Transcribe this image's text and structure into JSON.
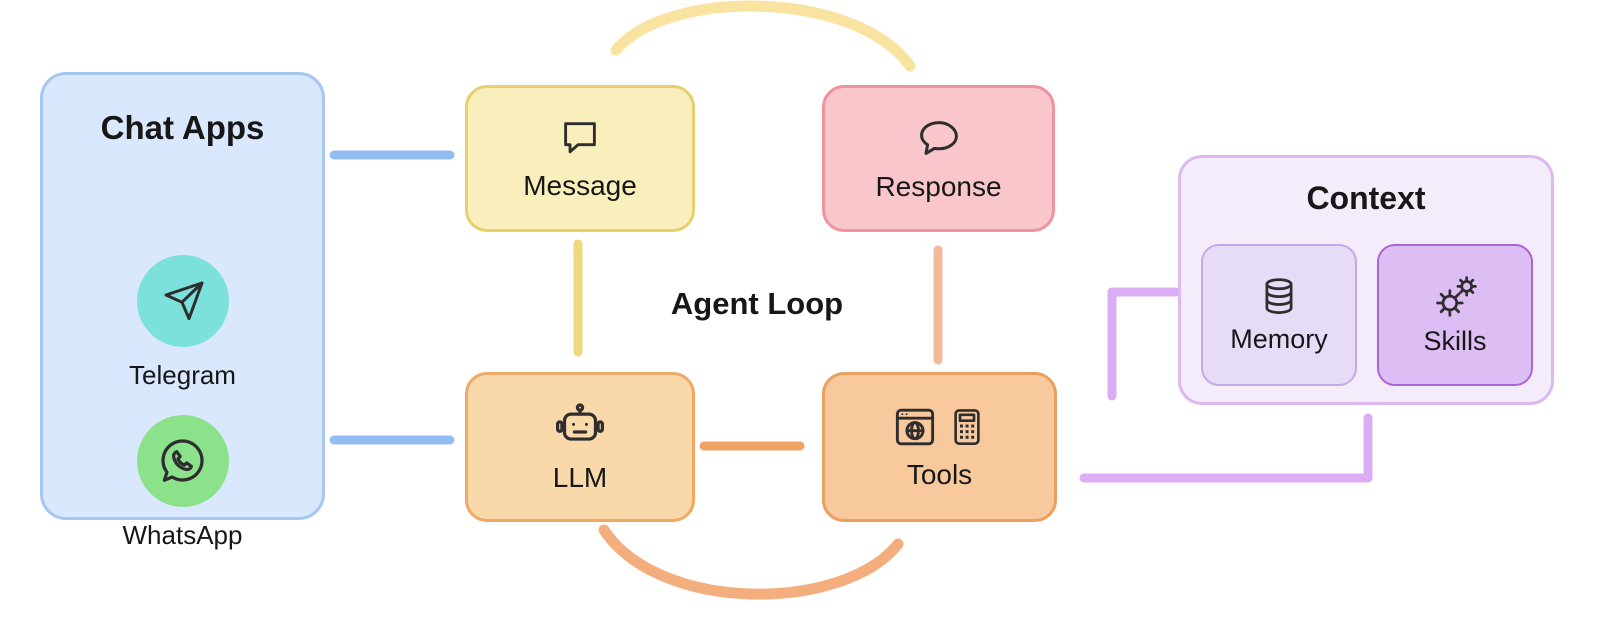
{
  "center_label": "Agent Loop",
  "chat_apps": {
    "title": "Chat Apps",
    "fill": "#d9e8fc",
    "border": "#a6c7f2",
    "items": [
      {
        "label": "Telegram",
        "icon": "telegram-icon",
        "circle_color": "#7ce1da"
      },
      {
        "label": "WhatsApp",
        "icon": "whatsapp-icon",
        "circle_color": "#8ce18b"
      }
    ]
  },
  "nodes": {
    "message": {
      "label": "Message",
      "icon": "message-bubble-icon",
      "fill": "#f9efbc",
      "border": "#e7cf6d"
    },
    "response": {
      "label": "Response",
      "icon": "response-bubble-icon",
      "fill": "#f9c6cc",
      "border": "#ef939f"
    },
    "llm": {
      "label": "LLM",
      "icon": "robot-icon",
      "fill": "#f9d9aa",
      "border": "#f0a965"
    },
    "tools": {
      "label": "Tools",
      "icons": [
        "browser-icon",
        "calculator-icon"
      ],
      "fill": "#f8c99c",
      "border": "#eb9f60"
    }
  },
  "context": {
    "title": "Context",
    "fill": "#f5ecfb",
    "border": "#ddb9f2",
    "items": [
      {
        "label": "Memory",
        "icon": "database-icon",
        "fill": "#e7dcf8",
        "border": "#c3a9e8"
      },
      {
        "label": "Skills",
        "icon": "gears-icon",
        "fill": "#ddbef4",
        "border": "#aa66d9"
      }
    ]
  },
  "arrows": {
    "blue": "#92bdf3",
    "yellow": "#f1d87e",
    "yellow_arc": "#f8e3a1",
    "orange": "#f1a266",
    "salmon": "#f4b89c",
    "orange_arc": "#f4ae7d",
    "purple": "#dcadf4"
  }
}
